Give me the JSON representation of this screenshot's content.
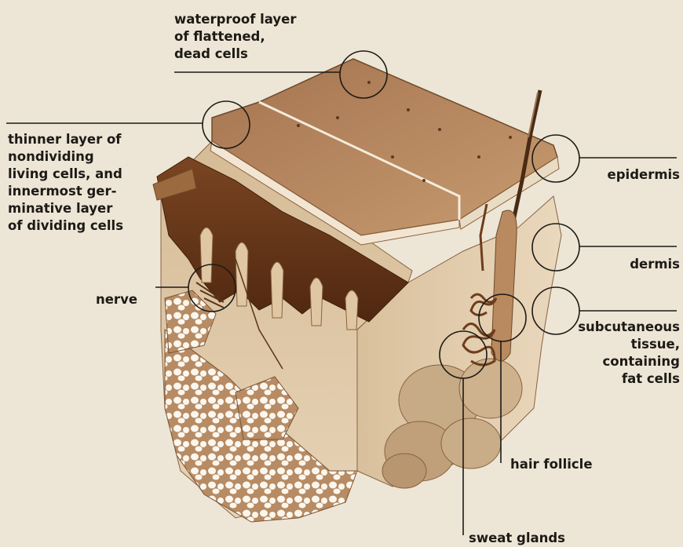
{
  "labels": {
    "waterproof_layer": "waterproof layer\nof flattened,\ndead cells",
    "thinner_layer": "thinner layer of\nnondividing\nliving cells, and\ninnermost ger-\nminative layer\nof dividing cells",
    "nerve": "nerve",
    "epidermis": "epidermis",
    "dermis": "dermis",
    "subcutaneous_tissue": "subcutaneous\ntissue,\ncontaining\nfat cells",
    "hair_follicle": "hair follicle",
    "sweat_glands": "sweat glands"
  },
  "colors": {
    "paper": "#ede6d6",
    "skin_surface": "#b98a5f",
    "dermis": "#dcc3a0",
    "dark_layer": "#6e3d1c",
    "leader_line": "#1d1a16"
  }
}
